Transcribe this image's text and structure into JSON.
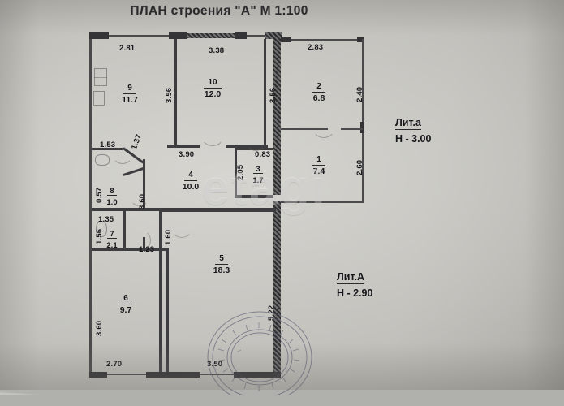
{
  "document": {
    "title": "ПЛАН строения \"А\"  М 1:100",
    "watermark": "etagi"
  },
  "annotations": {
    "lit_a_small": {
      "label": "Лит.а",
      "height": "Н - 3.00"
    },
    "lit_a_big": {
      "label": "Лит.А",
      "height": "Н - 2.90"
    }
  },
  "rooms": [
    {
      "id": "1",
      "number": "1",
      "area": "7.4"
    },
    {
      "id": "2",
      "number": "2",
      "area": "6.8"
    },
    {
      "id": "3",
      "number": "3",
      "area": "1.7"
    },
    {
      "id": "4",
      "number": "4",
      "area": "10.0"
    },
    {
      "id": "5",
      "number": "5",
      "area": "18.3"
    },
    {
      "id": "6",
      "number": "6",
      "area": "9.7"
    },
    {
      "id": "7",
      "number": "7",
      "area": "2.1"
    },
    {
      "id": "8",
      "number": "8",
      "area": "1.0"
    },
    {
      "id": "9",
      "number": "9",
      "area": "11.7"
    },
    {
      "id": "10",
      "number": "10",
      "area": "12.0"
    }
  ],
  "dimensions": {
    "room9_top": "2.81",
    "room10_top": "3.38",
    "room10_left_v": "3.56",
    "room10_right_v": "3.56",
    "room2_top": "2.83",
    "room2_right_v": "2.40",
    "room1_right_v": "2.60",
    "room9_bottom": "1.53",
    "hall_diag": "1.37",
    "room4_top": "3.90",
    "room4_left_v": "3.60",
    "room3_top": "0.83",
    "room3_left_v": "2.05",
    "room8_left_v": "0.57",
    "room7_top": "1.35",
    "room7_left_v": "1.56",
    "corridor_v": "1.60",
    "corridor_bottom": "1.23",
    "room6_left_v": "3.60",
    "room6_bottom": "2.70",
    "room5_right_v": "5.22",
    "room5_bottom": "3.50"
  },
  "colors": {
    "paper": "#c4c3be",
    "wall": "#3d3d40",
    "wall_thick": "#343437",
    "text": "#16161a"
  }
}
